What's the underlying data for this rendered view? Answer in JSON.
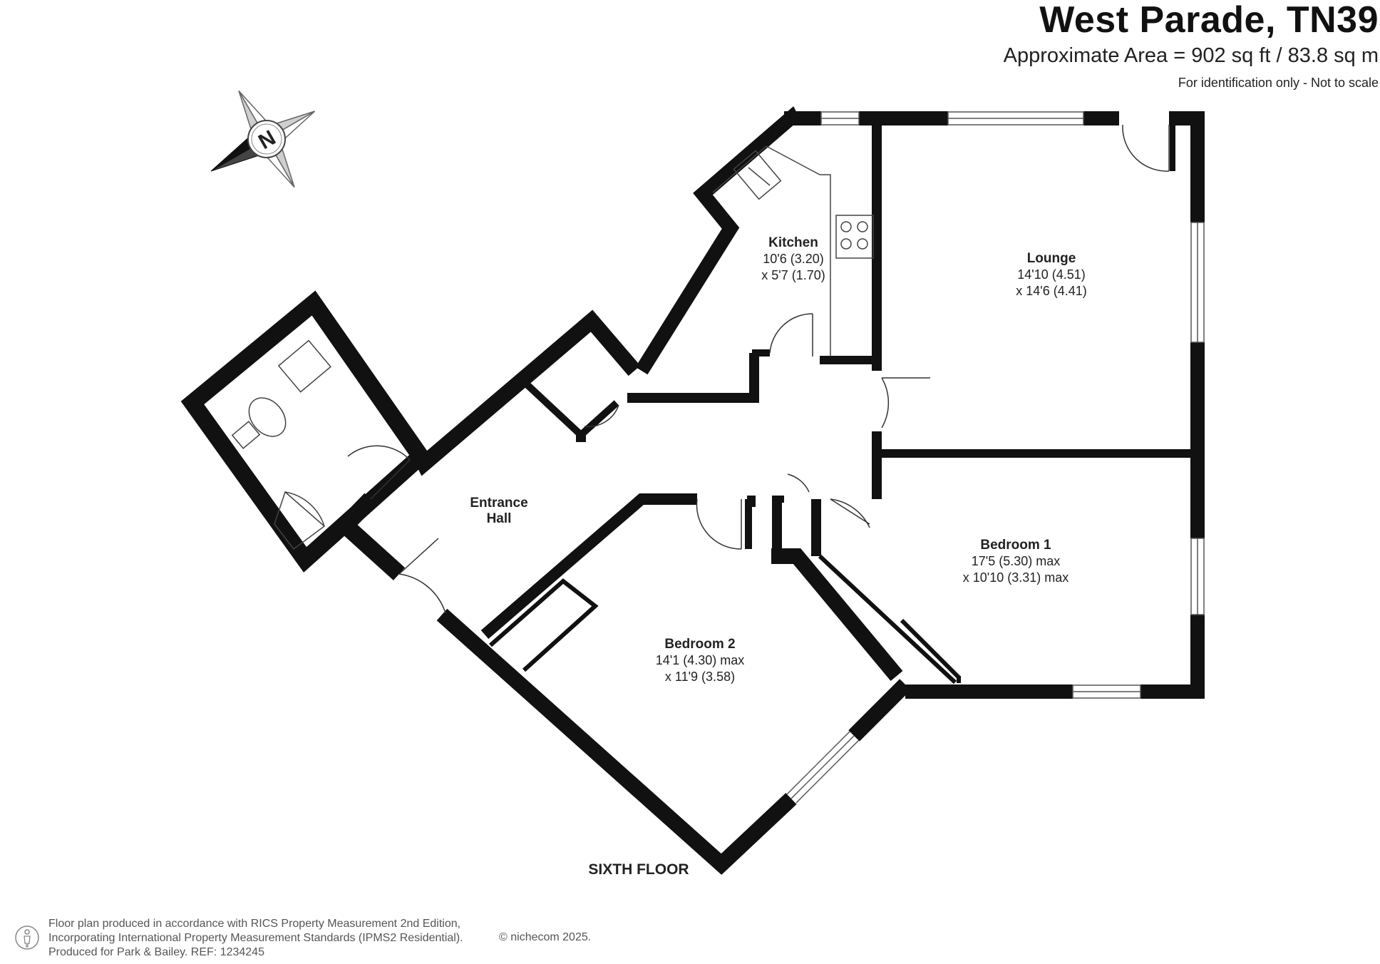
{
  "header": {
    "title": "West Parade, TN39",
    "area": "Approximate Area = 902 sq ft / 83.8 sq m",
    "note": "For identification only - Not to scale"
  },
  "compass": {
    "letter": "N",
    "icon": "compass-rose-icon"
  },
  "rooms": {
    "kitchen": {
      "name": "Kitchen",
      "dim1": "10'6 (3.20)",
      "dim2": "x 5'7 (1.70)"
    },
    "lounge": {
      "name": "Lounge",
      "dim1": "14'10 (4.51)",
      "dim2": "x 14'6 (4.41)"
    },
    "entrance": {
      "name1": "Entrance",
      "name2": "Hall"
    },
    "bedroom1": {
      "name": "Bedroom 1",
      "dim1": "17'5 (5.30) max",
      "dim2": "x 10'10 (3.31) max"
    },
    "bedroom2": {
      "name": "Bedroom 2",
      "dim1": "14'1 (4.30) max",
      "dim2": "x 11'9 (3.58)"
    }
  },
  "floor_label": "SIXTH FLOOR",
  "footer": {
    "line1": "Floor plan produced in accordance with RICS Property Measurement 2nd Edition,",
    "line2": "Incorporating International Property Measurement Standards (IPMS2 Residential).",
    "line3": "Produced for Park & Bailey.   REF:  1234245",
    "copyright": "© nichecom 2025."
  },
  "colors": {
    "wall": "#111111",
    "window": "#ffffff",
    "text": "#222222"
  }
}
